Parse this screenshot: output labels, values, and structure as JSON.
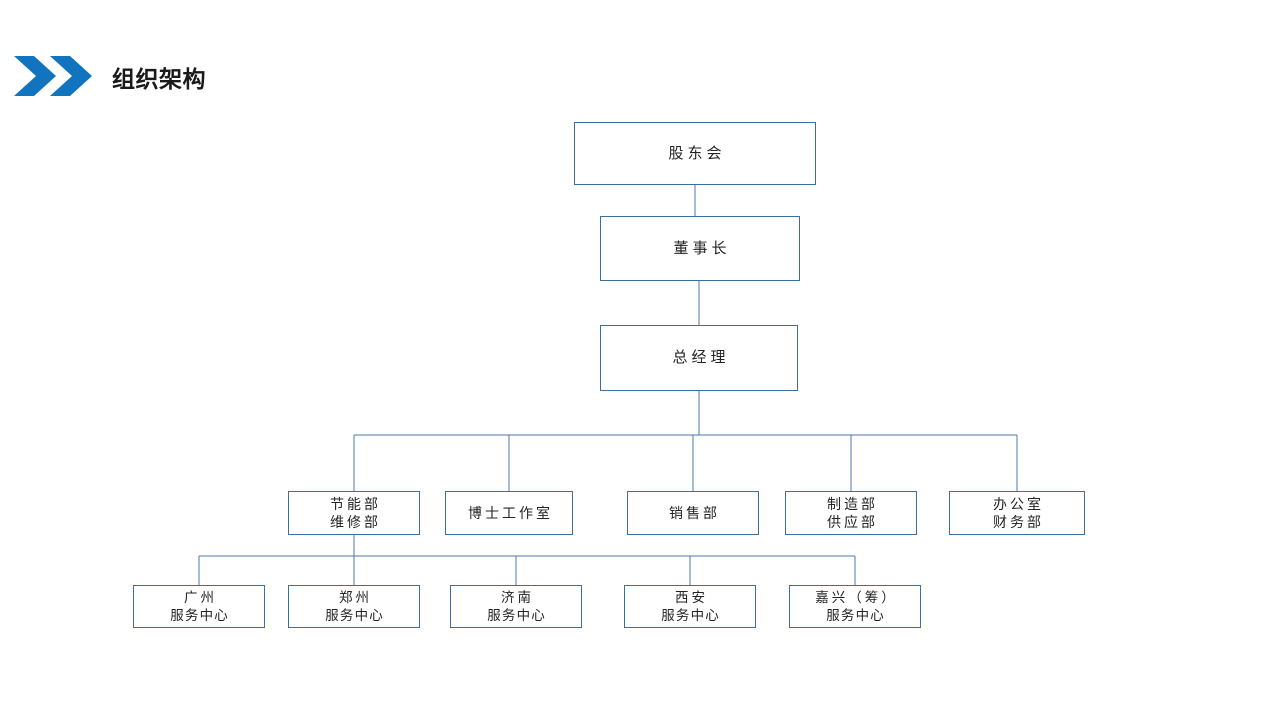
{
  "header": {
    "title": "组织架构",
    "chevron_icon": "double-chevron-right-icon",
    "accent_color": "#1273BF",
    "title_color": "#1a1a1a"
  },
  "theme": {
    "background": "#ffffff",
    "box_border_color": "#3c6e9f",
    "connector_color": "#4a7aa8",
    "text_color": "#242424"
  },
  "chart_data": {
    "type": "diagram",
    "diagram_kind": "organization-chart",
    "title": "组织架构",
    "orientation": "top-down",
    "levels": [
      {
        "level": 1,
        "nodes": [
          {
            "id": "shareholders",
            "lines": [
              "股东会"
            ]
          }
        ]
      },
      {
        "level": 2,
        "nodes": [
          {
            "id": "chairman",
            "lines": [
              "董事长"
            ]
          }
        ]
      },
      {
        "level": 3,
        "nodes": [
          {
            "id": "general-manager",
            "lines": [
              "总经理"
            ]
          }
        ]
      },
      {
        "level": 4,
        "nodes": [
          {
            "id": "energy-maintenance",
            "lines": [
              "节能部",
              "维修部"
            ]
          },
          {
            "id": "doctoral-studio",
            "lines": [
              "博士工作室"
            ]
          },
          {
            "id": "sales",
            "lines": [
              "销售部"
            ]
          },
          {
            "id": "manufacturing-supply",
            "lines": [
              "制造部",
              "供应部"
            ]
          },
          {
            "id": "office-finance",
            "lines": [
              "办公室",
              "财务部"
            ]
          }
        ]
      },
      {
        "level": 5,
        "nodes": [
          {
            "id": "guangzhou",
            "lines": [
              "广州",
              "服务中心"
            ]
          },
          {
            "id": "zhengzhou",
            "lines": [
              "郑州",
              "服务中心"
            ]
          },
          {
            "id": "jinan",
            "lines": [
              "济南",
              "服务中心"
            ]
          },
          {
            "id": "xian",
            "lines": [
              "西安",
              "服务中心"
            ]
          },
          {
            "id": "jiaxing",
            "lines": [
              "嘉兴（筹）",
              "服务中心"
            ]
          }
        ]
      }
    ],
    "edges": [
      {
        "from": "shareholders",
        "to": "chairman"
      },
      {
        "from": "chairman",
        "to": "general-manager"
      },
      {
        "from": "general-manager",
        "to": "energy-maintenance"
      },
      {
        "from": "general-manager",
        "to": "doctoral-studio"
      },
      {
        "from": "general-manager",
        "to": "sales"
      },
      {
        "from": "general-manager",
        "to": "manufacturing-supply"
      },
      {
        "from": "general-manager",
        "to": "office-finance"
      },
      {
        "from": "energy-maintenance",
        "to": "guangzhou"
      },
      {
        "from": "energy-maintenance",
        "to": "zhengzhou"
      },
      {
        "from": "energy-maintenance",
        "to": "jinan"
      },
      {
        "from": "energy-maintenance",
        "to": "xian"
      },
      {
        "from": "energy-maintenance",
        "to": "jiaxing"
      }
    ]
  },
  "nodes": {
    "shareholders": {
      "l1": "股东会"
    },
    "chairman": {
      "l1": "董事长"
    },
    "general_manager": {
      "l1": "总经理"
    },
    "energy_maintenance": {
      "l1": "节能部",
      "l2": "维修部"
    },
    "doctoral_studio": {
      "l1": "博士工作室"
    },
    "sales": {
      "l1": "销售部"
    },
    "manufacturing_supply": {
      "l1": "制造部",
      "l2": "供应部"
    },
    "office_finance": {
      "l1": "办公室",
      "l2": "财务部"
    },
    "guangzhou": {
      "l1": "广州",
      "l2": "服务中心"
    },
    "zhengzhou": {
      "l1": "郑州",
      "l2": "服务中心"
    },
    "jinan": {
      "l1": "济南",
      "l2": "服务中心"
    },
    "xian": {
      "l1": "西安",
      "l2": "服务中心"
    },
    "jiaxing": {
      "l1": "嘉兴（筹）",
      "l2": "服务中心"
    }
  }
}
